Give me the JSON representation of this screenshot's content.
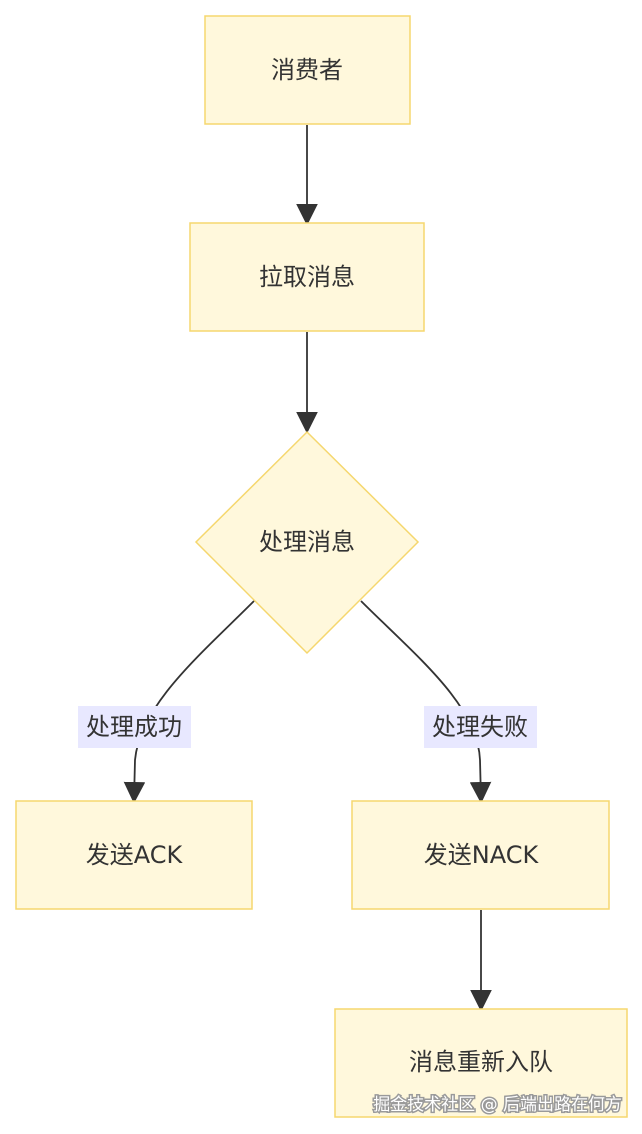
{
  "diagram": {
    "nodes": {
      "consumer": "消费者",
      "pull": "拉取消息",
      "process": "处理消息",
      "send_ack": "发送ACK",
      "send_nack": "发送NACK",
      "requeue": "消息重新入队"
    },
    "edges": [
      {
        "from": "consumer",
        "to": "pull",
        "label": ""
      },
      {
        "from": "pull",
        "to": "process",
        "label": ""
      },
      {
        "from": "process",
        "to": "send_ack",
        "label": "处理成功"
      },
      {
        "from": "process",
        "to": "send_nack",
        "label": "处理失败"
      },
      {
        "from": "send_nack",
        "to": "requeue",
        "label": ""
      }
    ],
    "edge_labels": {
      "success": "处理成功",
      "failure": "处理失败"
    },
    "colors": {
      "node_fill": "#FFF8DC",
      "node_stroke": "#F5D76E",
      "edge_stroke": "#333333",
      "edge_label_bg": "#E8E8FF",
      "text": "#333333"
    }
  },
  "watermark": "掘金技术社区 @ 后端出路在何方"
}
